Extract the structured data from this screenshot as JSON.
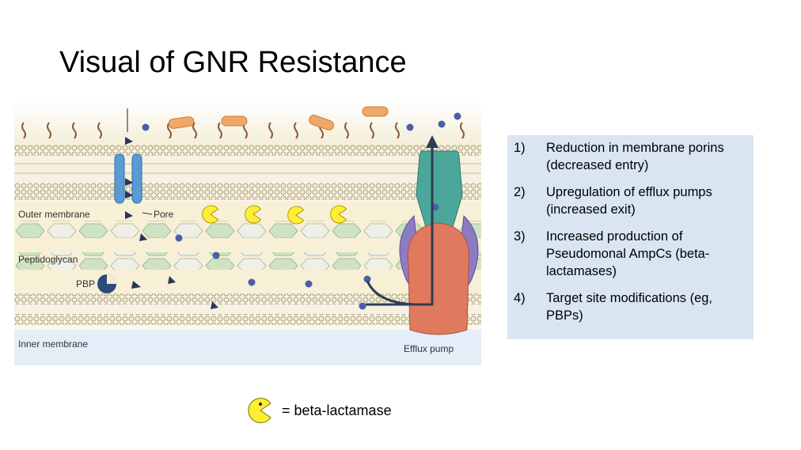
{
  "slide": {
    "title": "Visual of GNR Resistance"
  },
  "figure": {
    "labels": {
      "outer_membrane": "Outer membrane",
      "pore": "Pore",
      "peptidoglycan": "Peptidoglycan",
      "pbp": "PBP",
      "inner_membrane": "Inner membrane",
      "efflux_pump": "Efflux pump"
    },
    "colors": {
      "beta_lactamase": "#ffee33",
      "porin": "#5b9bd5",
      "efflux_top": "#4aa79a",
      "efflux_bottom": "#e07a5f",
      "efflux_side": "#8e7cc3",
      "antibiotic_dot": "#4a5fa8"
    }
  },
  "mechanisms": {
    "items": [
      {
        "number": "1)",
        "text": "Reduction in membrane porins (decreased entry)"
      },
      {
        "number": "2)",
        "text": "Upregulation of efflux pumps (increased exit)"
      },
      {
        "number": "3)",
        "text": "Increased production of Pseudomonal AmpCs (beta-lactamases)"
      },
      {
        "number": "4)",
        "text": "Target site modifications (eg, PBPs)"
      }
    ]
  },
  "legend": {
    "icon": "pacman-icon",
    "text": "= beta-lactamase"
  }
}
